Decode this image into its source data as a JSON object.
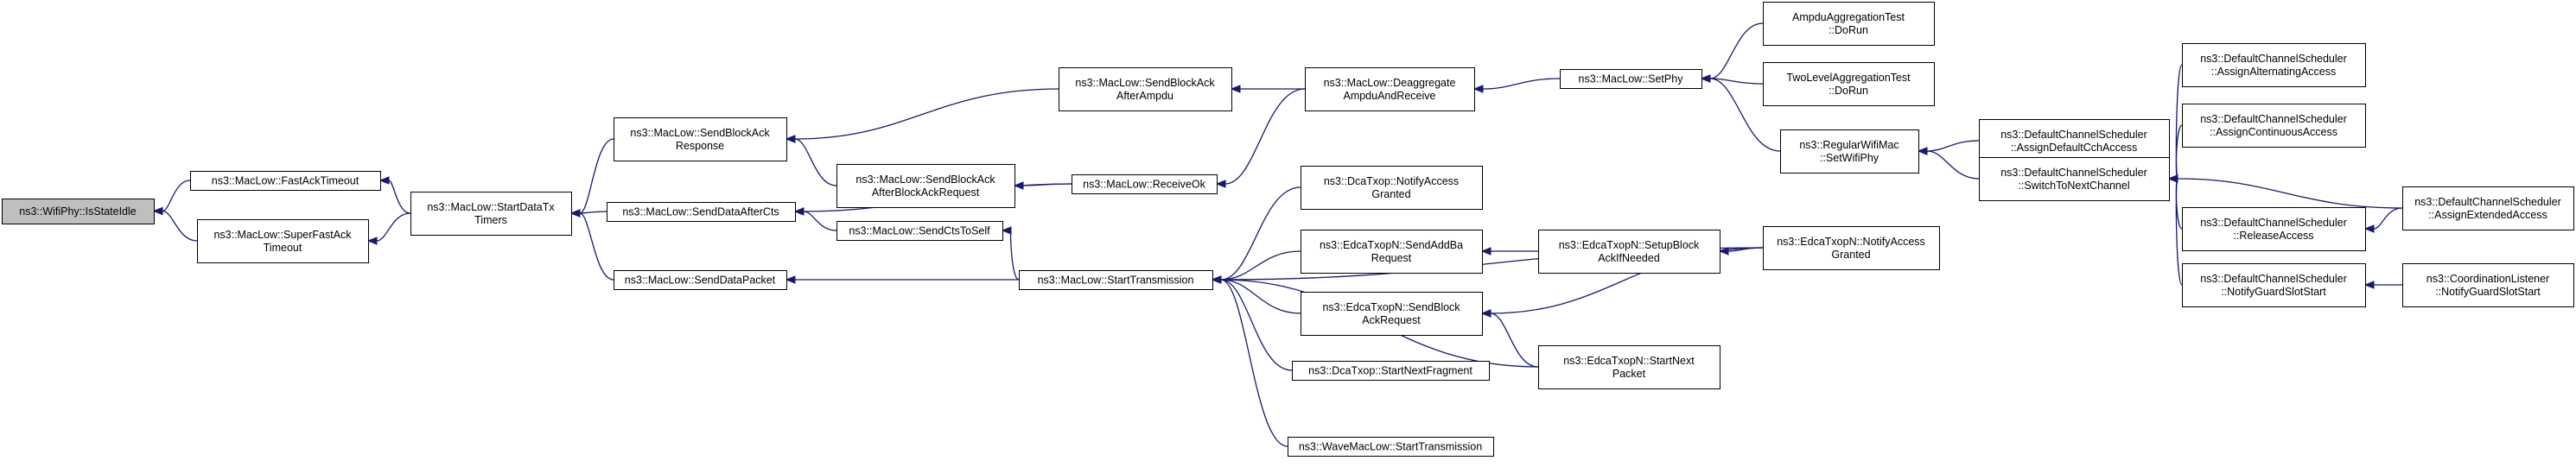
{
  "diagram": {
    "type": "call-graph",
    "edge_color": "#191970",
    "root_fill": "#bfbfbf",
    "nodes": [
      {
        "id": "n1",
        "lines": [
          "ns3::WifiPhy::IsStateIdle"
        ]
      },
      {
        "id": "n2",
        "lines": [
          "ns3::MacLow::FastAckTimeout"
        ]
      },
      {
        "id": "n3",
        "lines": [
          "ns3::MacLow::SuperFastAck",
          "Timeout"
        ]
      },
      {
        "id": "n4",
        "lines": [
          "ns3::MacLow::StartDataTx",
          "Timers"
        ]
      },
      {
        "id": "n5",
        "lines": [
          "ns3::MacLow::SendBlockAck",
          "Response"
        ]
      },
      {
        "id": "n6",
        "lines": [
          "ns3::MacLow::SendDataAfterCts"
        ]
      },
      {
        "id": "n7",
        "lines": [
          "ns3::MacLow::SendDataPacket"
        ]
      },
      {
        "id": "n8",
        "lines": [
          "ns3::MacLow::SendBlockAck",
          "AfterAmpdu"
        ]
      },
      {
        "id": "n9",
        "lines": [
          "ns3::MacLow::SendBlockAck",
          "AfterBlockAckRequest"
        ]
      },
      {
        "id": "n10",
        "lines": [
          "ns3::MacLow::SendCtsToSelf"
        ]
      },
      {
        "id": "n11",
        "lines": [
          "ns3::MacLow::ReceiveOk"
        ]
      },
      {
        "id": "n12",
        "lines": [
          "ns3::MacLow::StartTransmission"
        ]
      },
      {
        "id": "n13",
        "lines": [
          "ns3::MacLow::Deaggregate",
          "AmpduAndReceive"
        ]
      },
      {
        "id": "n14",
        "lines": [
          "ns3::DcaTxop::NotifyAccess",
          "Granted"
        ]
      },
      {
        "id": "n15",
        "lines": [
          "ns3::EdcaTxopN::SendAddBa",
          "Request"
        ]
      },
      {
        "id": "n16",
        "lines": [
          "ns3::EdcaTxopN::SendBlock",
          "AckRequest"
        ]
      },
      {
        "id": "n17",
        "lines": [
          "ns3::DcaTxop::StartNextFragment"
        ]
      },
      {
        "id": "n18",
        "lines": [
          "ns3::WaveMacLow::StartTransmission"
        ]
      },
      {
        "id": "n19",
        "lines": [
          "ns3::MacLow::SetPhy"
        ]
      },
      {
        "id": "n20",
        "lines": [
          "ns3::EdcaTxopN::SetupBlock",
          "AckIfNeeded"
        ]
      },
      {
        "id": "n21",
        "lines": [
          "ns3::EdcaTxopN::StartNext",
          "Packet"
        ]
      },
      {
        "id": "n22",
        "lines": [
          "AmpduAggregationTest",
          "::DoRun"
        ]
      },
      {
        "id": "n23",
        "lines": [
          "TwoLevelAggregationTest",
          "::DoRun"
        ]
      },
      {
        "id": "n24",
        "lines": [
          "ns3::RegularWifiMac",
          "::SetWifiPhy"
        ]
      },
      {
        "id": "n25",
        "lines": [
          "ns3::EdcaTxopN::NotifyAccess",
          "Granted"
        ]
      },
      {
        "id": "n26",
        "lines": [
          "ns3::DefaultChannelScheduler",
          "::AssignDefaultCchAccess"
        ]
      },
      {
        "id": "n27",
        "lines": [
          "ns3::DefaultChannelScheduler",
          "::SwitchToNextChannel"
        ]
      },
      {
        "id": "n28",
        "lines": [
          "ns3::DefaultChannelScheduler",
          "::AssignAlternatingAccess"
        ]
      },
      {
        "id": "n29",
        "lines": [
          "ns3::DefaultChannelScheduler",
          "::AssignContinuousAccess"
        ]
      },
      {
        "id": "n30",
        "lines": [
          "ns3::DefaultChannelScheduler",
          "::ReleaseAccess"
        ]
      },
      {
        "id": "n31",
        "lines": [
          "ns3::DefaultChannelScheduler",
          "::NotifyGuardSlotStart"
        ]
      },
      {
        "id": "n32",
        "lines": [
          "ns3::DefaultChannelScheduler",
          "::AssignExtendedAccess"
        ]
      },
      {
        "id": "n33",
        "lines": [
          "ns3::CoordinationListener",
          "::NotifyGuardSlotStart"
        ]
      }
    ],
    "edges": [
      {
        "from": "n2",
        "to": "n1"
      },
      {
        "from": "n3",
        "to": "n1"
      },
      {
        "from": "n4",
        "to": "n2"
      },
      {
        "from": "n4",
        "to": "n3"
      },
      {
        "from": "n5",
        "to": "n4"
      },
      {
        "from": "n6",
        "to": "n4"
      },
      {
        "from": "n7",
        "to": "n4"
      },
      {
        "from": "n8",
        "to": "n5"
      },
      {
        "from": "n9",
        "to": "n5"
      },
      {
        "from": "n11",
        "to": "n6"
      },
      {
        "from": "n10",
        "to": "n6"
      },
      {
        "from": "n12",
        "to": "n7"
      },
      {
        "from": "n12",
        "to": "n10"
      },
      {
        "from": "n13",
        "to": "n8"
      },
      {
        "from": "n11",
        "to": "n9"
      },
      {
        "from": "n13",
        "to": "n11"
      },
      {
        "from": "n19",
        "to": "n13"
      },
      {
        "from": "n22",
        "to": "n19"
      },
      {
        "from": "n23",
        "to": "n19"
      },
      {
        "from": "n24",
        "to": "n19"
      },
      {
        "from": "n26",
        "to": "n24"
      },
      {
        "from": "n27",
        "to": "n24"
      },
      {
        "from": "n28",
        "to": "n27"
      },
      {
        "from": "n29",
        "to": "n27"
      },
      {
        "from": "n32",
        "to": "n27"
      },
      {
        "from": "n30",
        "to": "n27"
      },
      {
        "from": "n31",
        "to": "n27"
      },
      {
        "from": "n32",
        "to": "n30"
      },
      {
        "from": "n33",
        "to": "n31"
      },
      {
        "from": "n25",
        "to": "n12"
      },
      {
        "from": "n14",
        "to": "n12"
      },
      {
        "from": "n15",
        "to": "n12"
      },
      {
        "from": "n16",
        "to": "n12"
      },
      {
        "from": "n21",
        "to": "n12"
      },
      {
        "from": "n17",
        "to": "n12"
      },
      {
        "from": "n18",
        "to": "n12"
      },
      {
        "from": "n20",
        "to": "n15"
      },
      {
        "from": "n25",
        "to": "n20"
      },
      {
        "from": "n25",
        "to": "n16"
      },
      {
        "from": "n21",
        "to": "n16"
      }
    ]
  }
}
